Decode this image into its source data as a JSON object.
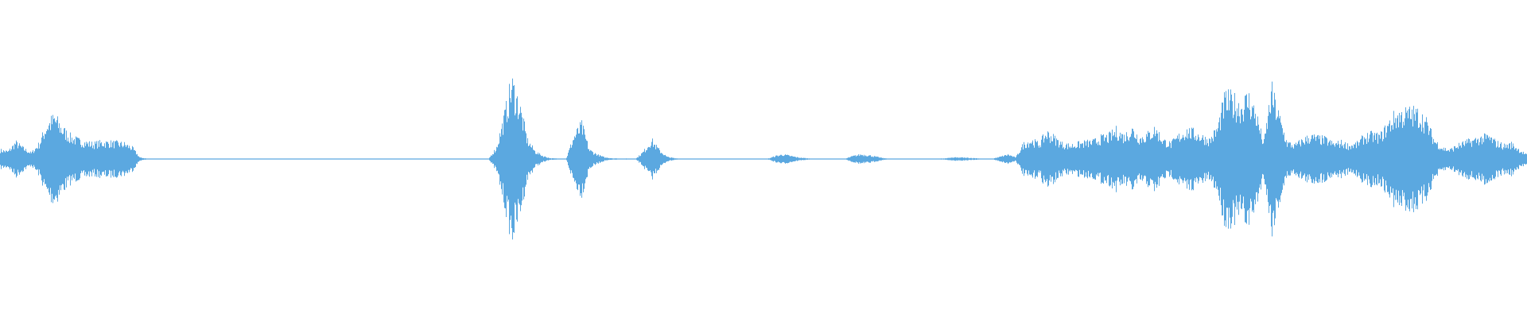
{
  "waveform": {
    "color": "#5ba8e0",
    "background": "#ffffff",
    "amplitude_envelope": [
      0.12,
      0.1,
      0.22,
      0.14,
      0.08,
      0.2,
      0.45,
      0.55,
      0.4,
      0.3,
      0.25,
      0.22,
      0.2,
      0.22,
      0.22,
      0.21,
      0.2,
      0.15,
      0.02,
      0.004,
      0.004,
      0.004,
      0.004,
      0.004,
      0.004,
      0.004,
      0.005,
      0.004,
      0.004,
      0.004,
      0.004,
      0.004,
      0.004,
      0.004,
      0.004,
      0.004,
      0.004,
      0.004,
      0.004,
      0.004,
      0.004,
      0.004,
      0.004,
      0.004,
      0.004,
      0.004,
      0.004,
      0.004,
      0.004,
      0.004,
      0.004,
      0.004,
      0.004,
      0.004,
      0.004,
      0.004,
      0.004,
      0.004,
      0.004,
      0.004,
      0.004,
      0.004,
      0.004,
      0.004,
      0.15,
      0.55,
      1.0,
      0.7,
      0.25,
      0.1,
      0.04,
      0.01,
      0.006,
      0.006,
      0.3,
      0.45,
      0.12,
      0.06,
      0.02,
      0.01,
      0.006,
      0.006,
      0.005,
      0.1,
      0.25,
      0.12,
      0.03,
      0.01,
      0.004,
      0.004,
      0.004,
      0.004,
      0.004,
      0.004,
      0.004,
      0.004,
      0.004,
      0.004,
      0.004,
      0.004,
      0.04,
      0.06,
      0.04,
      0.02,
      0.01,
      0.004,
      0.004,
      0.004,
      0.004,
      0.004,
      0.04,
      0.06,
      0.05,
      0.03,
      0.01,
      0.004,
      0.004,
      0.004,
      0.004,
      0.004,
      0.004,
      0.004,
      0.01,
      0.02,
      0.02,
      0.015,
      0.01,
      0.004,
      0.004,
      0.03,
      0.06,
      0.02,
      0.2,
      0.25,
      0.2,
      0.35,
      0.28,
      0.2,
      0.18,
      0.2,
      0.22,
      0.23,
      0.28,
      0.3,
      0.38,
      0.3,
      0.4,
      0.28,
      0.32,
      0.4,
      0.25,
      0.2,
      0.3,
      0.38,
      0.35,
      0.3,
      0.25,
      0.4,
      0.8,
      0.78,
      0.7,
      0.82,
      0.6,
      0.2,
      0.9,
      0.55,
      0.22,
      0.18,
      0.25,
      0.3,
      0.28,
      0.26,
      0.2,
      0.22,
      0.18,
      0.2,
      0.3,
      0.32,
      0.3,
      0.45,
      0.58,
      0.6,
      0.62,
      0.6,
      0.48,
      0.25,
      0.15,
      0.12,
      0.18,
      0.22,
      0.25,
      0.28,
      0.3,
      0.22,
      0.18,
      0.2,
      0.12,
      0.05
    ]
  }
}
